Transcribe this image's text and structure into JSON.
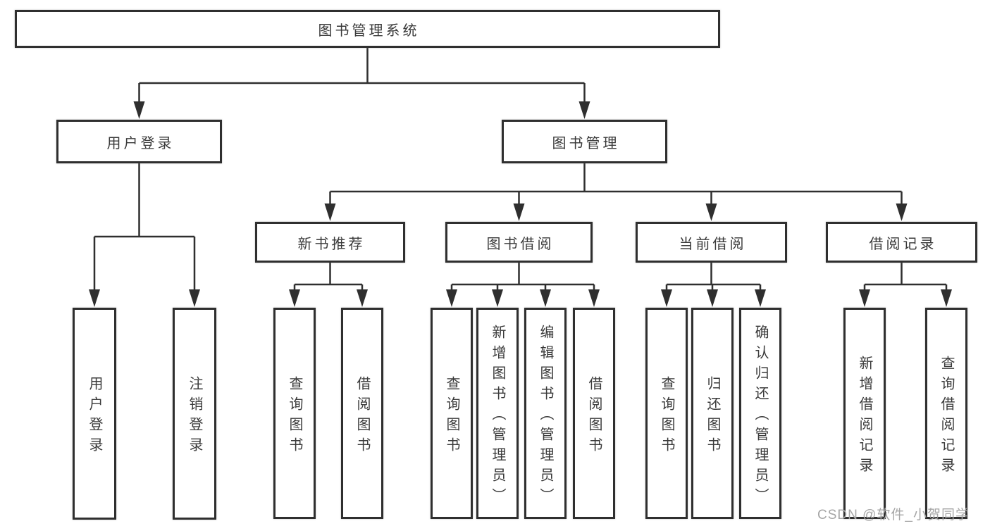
{
  "nodes": {
    "root": {
      "label": "图书管理系统"
    },
    "user_login": {
      "label": "用户登录",
      "children": [
        {
          "label": "用户登录"
        },
        {
          "label": "注销登录"
        }
      ]
    },
    "book_mgmt": {
      "label": "图书管理",
      "sections": [
        {
          "label": "新书推荐",
          "children": [
            {
              "label": "查询图书"
            },
            {
              "label": "借阅图书"
            }
          ]
        },
        {
          "label": "图书借阅",
          "children": [
            {
              "label": "查询图书"
            },
            {
              "label": "新增图书（管理员）"
            },
            {
              "label": "编辑图书（管理员）"
            },
            {
              "label": "借阅图书"
            }
          ]
        },
        {
          "label": "当前借阅",
          "children": [
            {
              "label": "查询图书"
            },
            {
              "label": "归还图书"
            },
            {
              "label": "确认归还（管理员）"
            }
          ]
        },
        {
          "label": "借阅记录",
          "children": [
            {
              "label": "新增借阅记录"
            },
            {
              "label": "查询借阅记录"
            }
          ]
        }
      ]
    }
  },
  "watermark": {
    "text": "CSDN @软件_小贺同学"
  },
  "colors": {
    "line": "#2f2f2f",
    "text": "#3a3a3a",
    "watermark": "#a6a6a6",
    "background": "#ffffff"
  }
}
